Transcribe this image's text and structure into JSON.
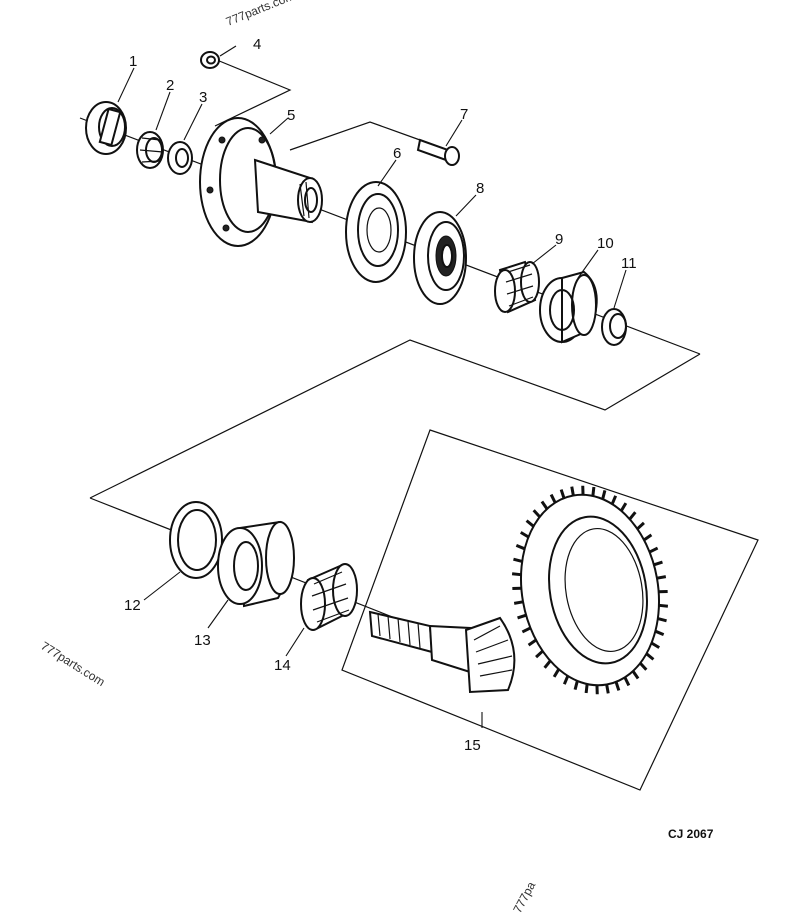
{
  "diagram_code": "CJ 2067",
  "watermarks": {
    "top": "777parts.com",
    "left": "777parts.com",
    "bottom": "777pa"
  },
  "callouts": [
    "1",
    "2",
    "3",
    "4",
    "5",
    "6",
    "7",
    "8",
    "9",
    "10",
    "11",
    "12",
    "13",
    "14",
    "15"
  ]
}
